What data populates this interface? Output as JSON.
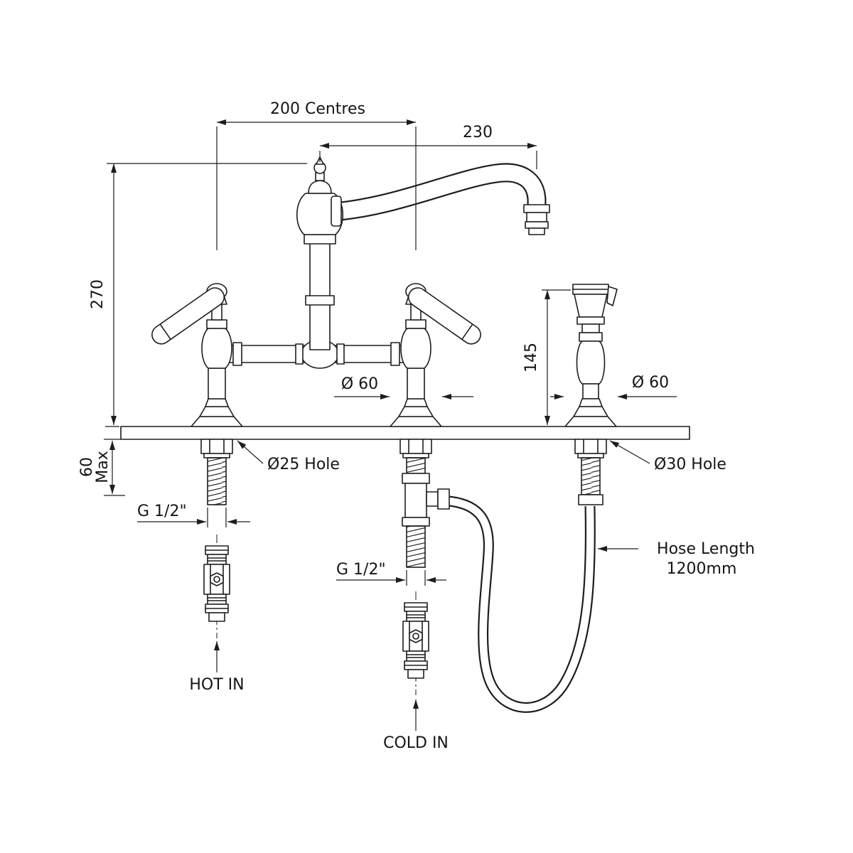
{
  "page": {
    "background": "#ffffff",
    "line_color": "#1d1d1d"
  },
  "diagram": {
    "type": "technical-drawing",
    "subject": "Bridge kitchen mixer tap with side hand spray - installation dimensions",
    "labels": {
      "centres": "200 Centres",
      "spout_reach": "230",
      "overall_height": "270",
      "spray_height": "145",
      "main_base_diameter": "Ø 60",
      "spray_base_diameter": "Ø 60",
      "main_hole": "Ø25 Hole",
      "spray_hole": "Ø30 Hole",
      "deck_thickness": "60",
      "deck_thickness_suffix": "Max",
      "hot_thread": "G 1/2\"",
      "cold_thread": "G 1/2\"",
      "hose_line1": "Hose Length",
      "hose_line2": "1200mm",
      "hot_inlet": "HOT IN",
      "cold_inlet": "COLD IN"
    }
  }
}
